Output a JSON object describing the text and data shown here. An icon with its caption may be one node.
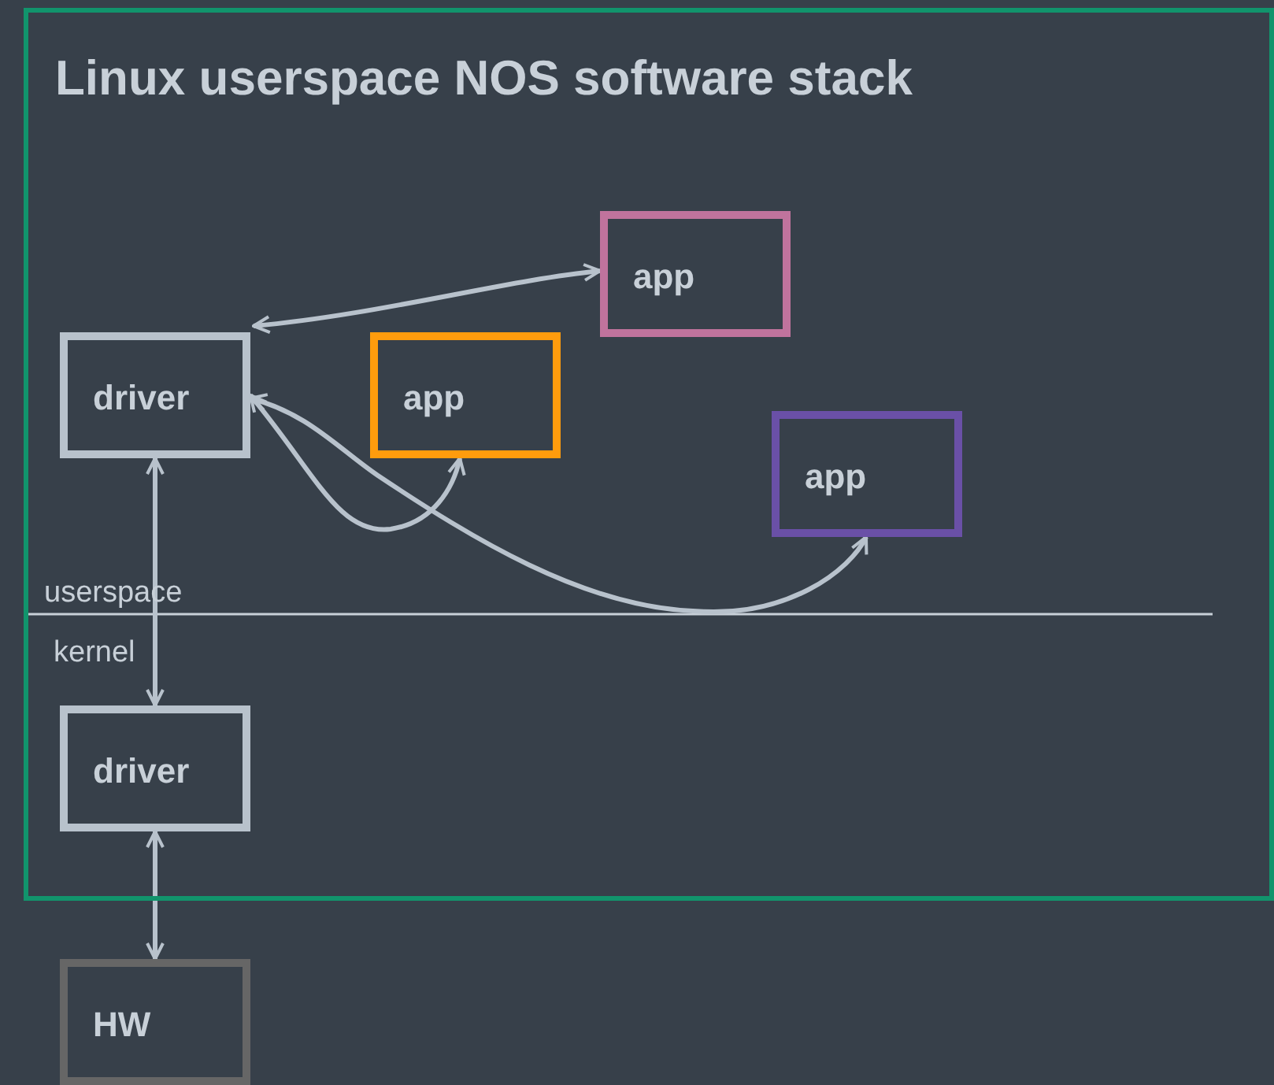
{
  "diagram": {
    "nodes": [
      {
        "text": [
          "Linux userspace NOS software stack"
        ]
      },
      {
        "text": [
          "app"
        ],
        "in": 0
      },
      {
        "text": [
          "driver"
        ],
        "in": 0
      },
      {
        "text": [
          "app"
        ],
        "in": 0
      },
      {
        "text": [
          "app"
        ],
        "in": 0
      },
      {
        "text": [
          "driver"
        ],
        "in": 0
      },
      {
        "text": [
          "HW"
        ]
      }
    ],
    "edges": [
      {
        "from": 2,
        "to": 1,
        "arrow": "both"
      },
      {
        "from": 2,
        "to": 3,
        "arrow": "both"
      },
      {
        "from": 2,
        "to": 4,
        "arrow": "both"
      },
      {
        "from": 2,
        "to": 5,
        "arrow": "both"
      },
      {
        "from": 5,
        "to": 6,
        "arrow": "both"
      }
    ],
    "labels": [
      "userspace",
      "kernel"
    ]
  }
}
